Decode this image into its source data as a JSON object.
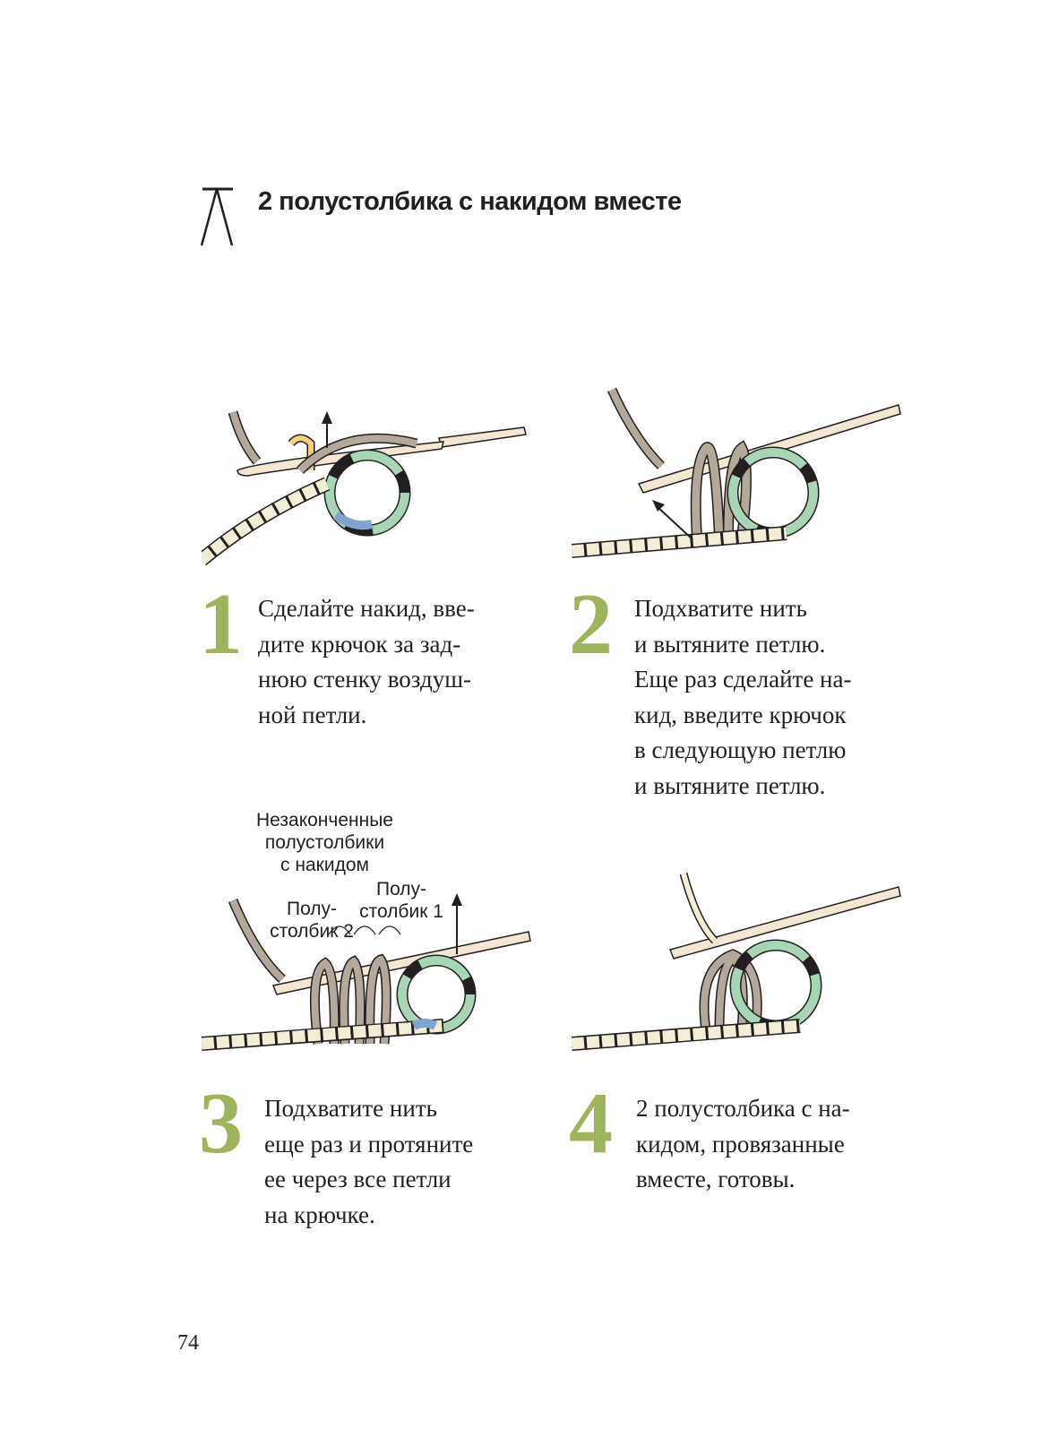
{
  "header": {
    "symbol_icon": "two-half-double-crochet-together-symbol",
    "title": "2 полустолбика с накидом вместе"
  },
  "steps": [
    {
      "number": "1",
      "lines": [
        "Сделайте накид, вве-",
        "дите крючок за зад-",
        "нюю стенку воздуш-",
        "ной петли."
      ]
    },
    {
      "number": "2",
      "lines": [
        "Подхватите нить",
        "и вытяните петлю.",
        "Еще раз сделайте на-",
        "кид, введите крючок",
        "в следующую петлю",
        "и вытяните петлю."
      ]
    },
    {
      "number": "3",
      "lines": [
        "Подхватите нить",
        "еще раз и протяните",
        "ее через все петли",
        "на крючке."
      ]
    },
    {
      "number": "4",
      "lines": [
        "2 полустолбика с на-",
        "кидом, провязанные",
        "вместе, готовы."
      ]
    }
  ],
  "diagram_labels": {
    "unfinished": [
      "Незаконченные",
      "полустолбики",
      "с накидом"
    ],
    "hdc1": [
      "Полу-",
      "столбик 1"
    ],
    "hdc2": [
      "Полу-",
      "столбик 2"
    ]
  },
  "colors": {
    "accent_green": "#9db35c",
    "yarn_taupe": "#b4a89a",
    "yarn_cream": "#f1edd6",
    "yarn_green": "#a8d5b5",
    "yarn_blue": "#7fa3d2",
    "yarn_yellow": "#f1d27a"
  },
  "page_number": "74"
}
